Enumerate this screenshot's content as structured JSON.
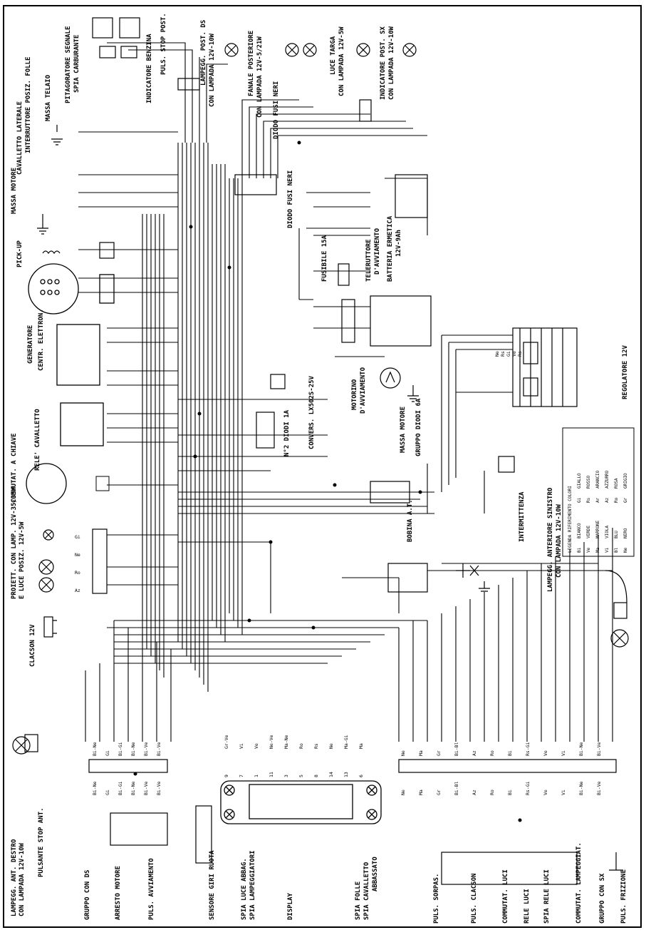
{
  "components": {
    "lampeggiatore_ant_destro": "LAMPEGG. ANT. DESTRO",
    "lampeggiatore_ant_destro_lampada": "CON LAMPADA 12V-10W",
    "pulsante_stop_ant": "PULSANTE STOP ANT.",
    "gruppo_con_ds": "GRUPPO CON DS",
    "arresto_motore": "ARRESTO MOTORE",
    "puls_avviamento": "PULS. AVVIAMENTO",
    "sensore_giri_ruota": "SENSORE GIRI RUOTA",
    "spia_luce_abbag": "SPIA LUCE ABBAG.",
    "spia_lampeggiatori": "SPIA LAMPEGGIATORI",
    "display": "DISPLAY",
    "spia_folle": "SPIA FOLLE",
    "spia_cavalletto": "SPIA CAVALLETTO",
    "spia_cavalletto_2": "ABBASSATO",
    "puls_sorpasso": "PULS. SORPAS.",
    "puls_clacson": "PULS. CLACSON",
    "commutat_luci": "COMMUTAT. LUCI",
    "reostato_luci": "RELE LUCI",
    "spia_rele_luci": "SPIA RELE LUCI",
    "commutat_lampeggiat": "COMMUTAT. LAMPEGGIAT.",
    "gruppo_con_sx": "GRUPPO CON SX",
    "puls_frizione": "PULS. FRIZIONE",
    "clacson": "CLACSON 12V",
    "proiett_luce": "PROIETT. CON LAMP. 12V-35/35W",
    "proiett_luce_2": "E LUCE POSIZ. 12V-5W",
    "commutat_chiave": "COMMUTAT. A CHIAVE",
    "rele_cavalletto": "RELE' CAVALLETTO",
    "generatore": "GENERATORE",
    "centr_elettron": "CENTR. ELETTRON.",
    "pick_up": "PICK-UP",
    "massa_motore": "MASSA MOTORE",
    "interruttore_cavalletto": "CAVALLETTO LATERALE",
    "interruttore_posiz_folle": "INTERRUTTORE POSIZ. FOLLE",
    "massa_telaio": "MASSA TELAIO",
    "pitagoratore_segnale": "PITAGORATORE SEGNALE",
    "spia_carburante": "SPIA CARBURANTE",
    "indicatore_benzina": "INDICATORE BENZINA",
    "puls_stop_post": "PULS. STOP POST.",
    "lampegg_post_ds": "LAMPEGG. POST. DS",
    "lampegg_post_ds_lamp": "CON LAMPADA 12V-10W",
    "fanale_posteriore": "FANALE POSTERIORE",
    "fanale_post_lamp": "CON LAMPADA 12V-5/21W",
    "diodo_fusi": "DIODO FUSI NERI",
    "luce_targa": "LUCE TARGA",
    "luce_targa_lamp": "CON LAMPADA 12V-5W",
    "indicatore_post_sx": "INDICATORE POST. SX",
    "indicatore_post_sx_lamp": "CON LAMPADA 12V-10W",
    "diodo_fusi_neri": "DIODO FUSI NERI",
    "teleruttore": "TELERUTTORE",
    "teleruttore_2": "D'AVVIAMENTO",
    "batteria": "BATTERIA ERMETICA",
    "batteria_2": "12V-9Ah",
    "fusibile": "FUSIBILE 15A",
    "motorino": "MOTORINO",
    "motorino_2": "D'AVVIAMENTO",
    "massa_motore_2": "MASSA MOTORE",
    "gruppo_diodi": "GRUPPO DIODI 6A",
    "convers": "CONVERS. LX502S-25V",
    "regolatore": "REGOLATORE 12V",
    "diodi_1a": "N°2 DIODI 1A",
    "bobina_at": "BOBINA A.T.",
    "intermittenza": "INTERMITTENZA",
    "lampegg_ant_sx": "LAMPEGG. ANTERIORE SINISTRO",
    "lampegg_ant_sx_lamp": "CON LAMPADA 12V-10W"
  },
  "legend": {
    "title": "LEGENDA RIFERIMENTO COLORI",
    "rows": [
      [
        "Bi",
        "BIANCO",
        "Gi",
        "GIALLO"
      ],
      [
        "Ve",
        "VERDE",
        "Rs",
        "ROSSO"
      ],
      [
        "Ma",
        "MARRONE",
        "Ar",
        "ARANCIO"
      ],
      [
        "Vi",
        "VIOLA",
        "Az",
        "AZZURRO"
      ],
      [
        "Bl",
        "BLU",
        "Ro",
        "ROSA"
      ],
      [
        "Ne",
        "NERO",
        "Gr",
        "GRIGIO"
      ]
    ]
  },
  "wire_codes": {
    "left_connector": [
      "Bi-Ne",
      "Gi",
      "Bi-Gi",
      "Bi-Ne",
      "Bi-Ve",
      "Bi-Ve"
    ],
    "display_pins": [
      "Gr-Ve",
      "Vi",
      "Ve",
      "Ne-Ve",
      "Ma-Ne",
      "Ro",
      "Rs",
      "Ne",
      "Ma-Gi",
      "Ma"
    ],
    "right_connector": [
      "Ne",
      "Ma",
      "Gr",
      "Bi-Bl",
      "Az",
      "Ro",
      "Bi",
      "Rs-Gi",
      "Ve",
      "Vi",
      "Bi-Ne",
      "Bi-Ve"
    ],
    "regolatore": [
      "Ne",
      "Rs",
      "Gi",
      "Ve",
      "Rs"
    ],
    "projector": [
      "Gi",
      "Ne",
      "Ro",
      "Az"
    ],
    "display_numbers": [
      "9",
      "7",
      "1",
      "11",
      "3",
      "5",
      "8",
      "14",
      "13",
      "6"
    ]
  },
  "colors": {
    "ink": "#000000",
    "paper": "#ffffff"
  }
}
